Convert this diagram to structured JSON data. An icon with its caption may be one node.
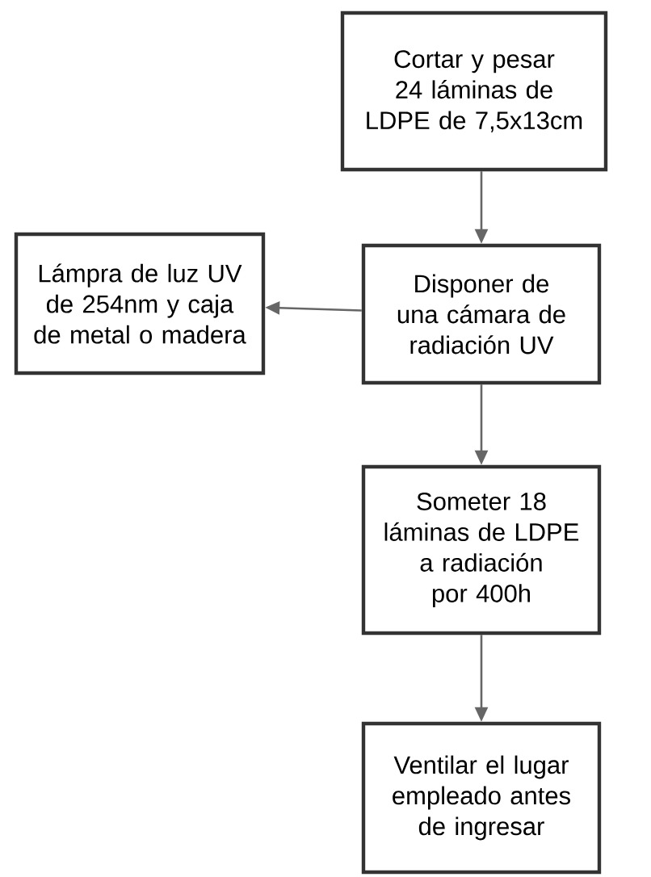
{
  "diagram": {
    "nodes": [
      {
        "text": [
          "Cortar y pesar  24 láminas de LDPE de 7,5x13cm"
        ]
      },
      {
        "text": [
          "Lámpra de luz UV de 254nm y caja de metal o madera"
        ]
      },
      {
        "text": [
          "Disponer de una cámara de radiación UV"
        ]
      },
      {
        "text": [
          "Someter 18 láminas de LDPE a radiación por 400h"
        ]
      },
      {
        "text": [
          "Ventilar el lugar empleado antes de ingresar"
        ]
      }
    ],
    "edges": [
      {
        "from": 0,
        "to": 2,
        "arrow": "to"
      },
      {
        "from": 2,
        "to": 1,
        "arrow": "to"
      },
      {
        "from": 2,
        "to": 3,
        "arrow": "to"
      },
      {
        "from": 3,
        "to": 4,
        "arrow": "to"
      }
    ]
  }
}
